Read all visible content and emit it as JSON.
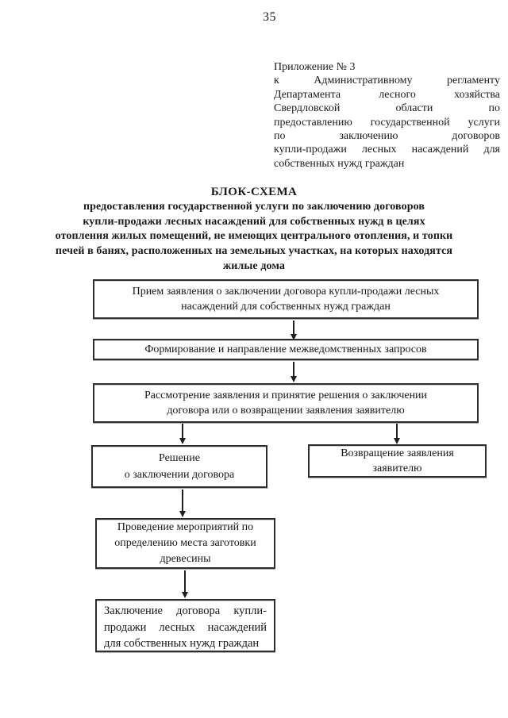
{
  "page": {
    "number": "35"
  },
  "colors": {
    "text": "#1a1a1a",
    "border": "#2d2d2d",
    "background": "#ffffff"
  },
  "appendix": {
    "lines": [
      "Приложение № 3",
      "к Административному регламенту",
      "Департамента лесного хозяйства",
      "Свердловской области по",
      "предоставлению государственной услуги",
      "по заключению договоров",
      "купли-продажи лесных насаждений для",
      "собственных нужд граждан"
    ]
  },
  "title": {
    "heading": "БЛОК-СХЕМА",
    "lines": [
      "предоставления государственной услуги по заключению договоров",
      "купли-продажи лесных насаждений для собственных нужд в целях",
      "отопления жилых помещений, не имеющих центрального отопления, и топки",
      "печей в банях, расположенных на земельных участках, на которых находятся",
      "жилые дома"
    ]
  },
  "flowchart": {
    "boxes": [
      {
        "lines": [
          "Прием заявления о заключении договора купли-продажи лесных",
          "насаждений для собственных нужд граждан"
        ]
      },
      {
        "lines": [
          "Формирование и направление межведомственных запросов"
        ]
      },
      {
        "lines": [
          "Рассмотрение заявления и принятие решения о заключении",
          "договора или о возвращении заявления заявителю"
        ]
      },
      {
        "lines": [
          "Решение",
          "о заключении договора"
        ]
      },
      {
        "lines": [
          "Возвращение заявления",
          "заявителю"
        ]
      },
      {
        "lines": [
          "Проведение мероприятий по",
          "определению места заготовки",
          "древесины"
        ]
      },
      {
        "lines": [
          "Заключение договора купли-",
          "продажи лесных насаждений",
          "для собственных нужд граждан"
        ]
      }
    ]
  }
}
